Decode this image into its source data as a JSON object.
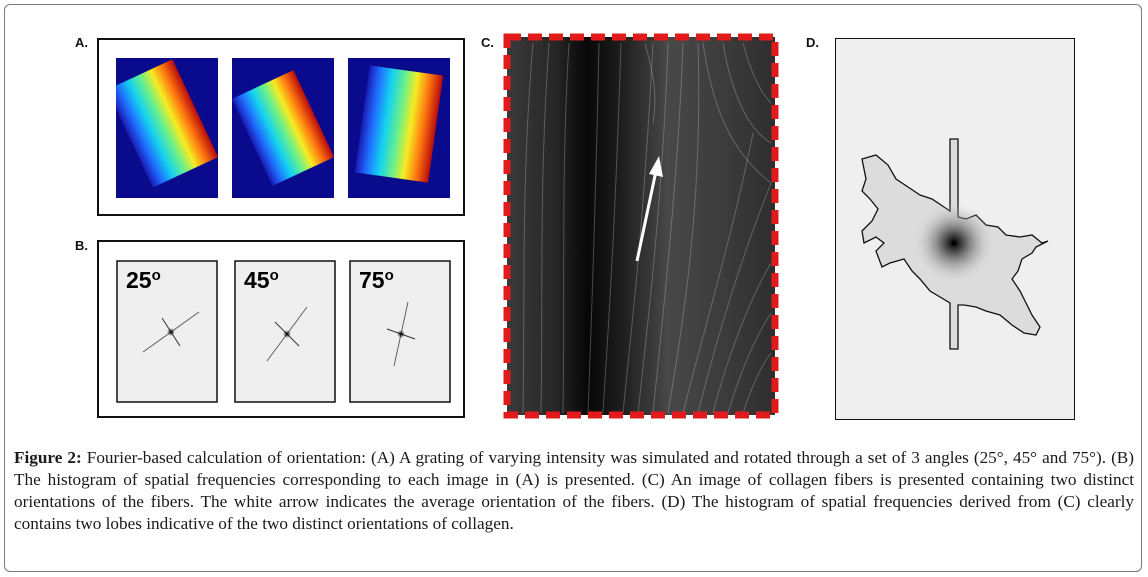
{
  "figure": {
    "panels": {
      "a": {
        "label": "A."
      },
      "b": {
        "label": "B.",
        "angles": [
          "25",
          "45",
          "75"
        ],
        "degree_mark": "o"
      },
      "c": {
        "label": "C."
      },
      "d": {
        "label": "D."
      }
    },
    "caption": {
      "label": "Figure 2:",
      "text": "Fourier-based calculation of orientation: (A) A grating of varying intensity was simulated and rotated through a set of 3 angles (25°, 45° and 75°). (B) The histogram of spatial frequencies corresponding to each image in (A) is presented. (C) An image of collagen fibers is presented containing two distinct orientations of the fibers. The white arrow indicates the average orientation of the fibers. (D) The histogram of spatial frequencies derived from (C) clearly contains two lobes indicative of the two distinct orientations of collagen."
    },
    "colors": {
      "grating_background": "#0a0a8c",
      "frame_dashes": "#e11b1b",
      "histogram_background": "#efefef"
    }
  }
}
